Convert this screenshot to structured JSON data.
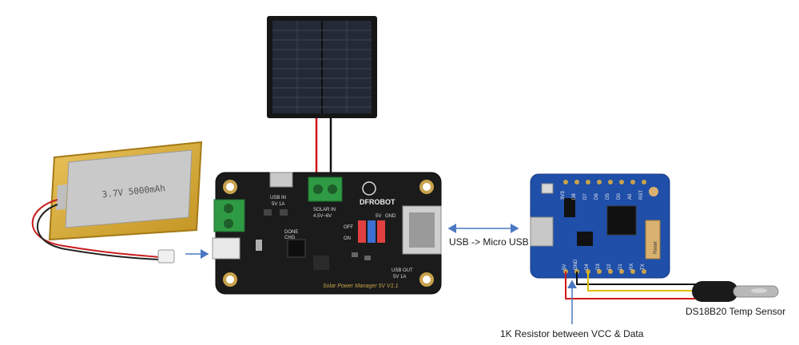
{
  "labels": {
    "usb_link": "USB -> Micro USB",
    "sensor": "DS18B20 Temp Sensor",
    "resistor": "1K Resistor between VCC & Data"
  },
  "battery": {
    "text": "3.7V 5000mAh"
  },
  "manager_board": {
    "brand": "DFROBOT",
    "name": "Solar Power Manager 5V V1.1",
    "usb_in": "USB IN",
    "usb_in_spec": "5V 1A",
    "solar_in": "SOLAR IN",
    "solar_spec": "4.5V~6V",
    "usb_out": "USB OUT",
    "usb_out_spec": "5V 1A",
    "off": "OFF",
    "on": "ON",
    "done": "DONE",
    "chg": "CHG",
    "v5": "5V",
    "gnd": "GND"
  },
  "wemos_board": {
    "pins_top": [
      "3V3",
      "D8",
      "D7",
      "D6",
      "D5",
      "D0",
      "A0",
      "RST"
    ],
    "pins_bottom": [
      "5V",
      "GND",
      "D4",
      "D3",
      "D2",
      "D1",
      "RX",
      "TX"
    ],
    "reset": "Reset"
  },
  "colors": {
    "arrow": "#4a78c2",
    "wire_red": "#d01818",
    "wire_black": "#111111",
    "wire_yellow": "#e0c000",
    "pcb_black": "#1b1b1b",
    "pcb_blue": "#1f4fa8",
    "terminal_green": "#2f9a44",
    "battery_gold": "#d4a832"
  }
}
